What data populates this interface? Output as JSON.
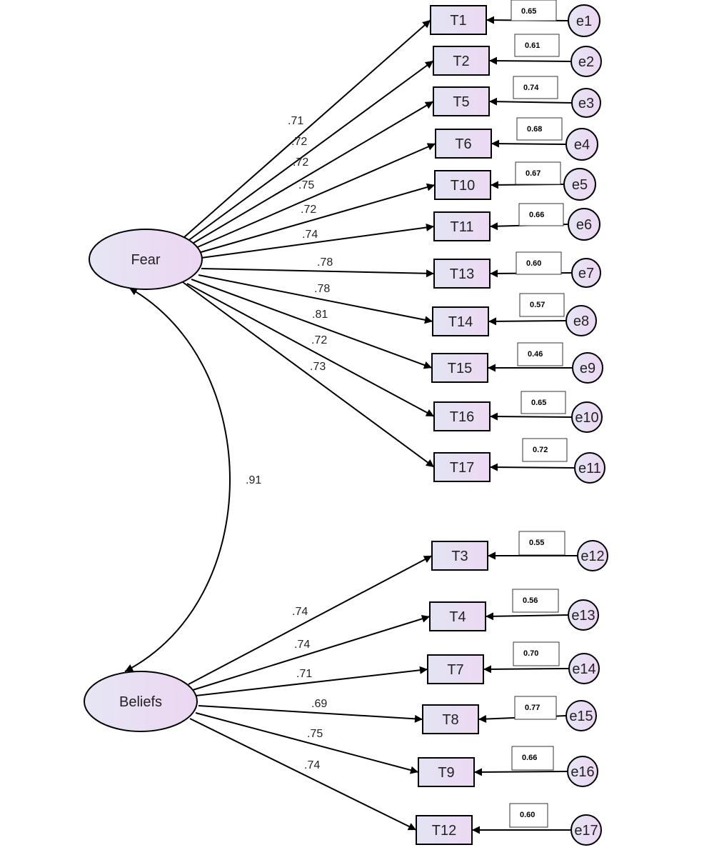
{
  "latents": [
    {
      "id": "fear",
      "label": "Fear"
    },
    {
      "id": "beliefs",
      "label": "Beliefs"
    }
  ],
  "correlation": {
    "value": ".91"
  },
  "indicators": [
    {
      "label": "T1",
      "latent": "fear",
      "loading": ".71",
      "error": "e1",
      "residual": "0.65"
    },
    {
      "label": "T2",
      "latent": "fear",
      "loading": ".72",
      "error": "e2",
      "residual": "0.61"
    },
    {
      "label": "T5",
      "latent": "fear",
      "loading": ".72",
      "error": "e3",
      "residual": "0.74"
    },
    {
      "label": "T6",
      "latent": "fear",
      "loading": ".75",
      "error": "e4",
      "residual": "0.68"
    },
    {
      "label": "T10",
      "latent": "fear",
      "loading": ".72",
      "error": "e5",
      "residual": "0.67"
    },
    {
      "label": "T11",
      "latent": "fear",
      "loading": ".74",
      "error": "e6",
      "residual": "0.66"
    },
    {
      "label": "T13",
      "latent": "fear",
      "loading": ".78",
      "error": "e7",
      "residual": "0.60"
    },
    {
      "label": "T14",
      "latent": "fear",
      "loading": ".78",
      "error": "e8",
      "residual": "0.57"
    },
    {
      "label": "T15",
      "latent": "fear",
      "loading": ".81",
      "error": "e9",
      "residual": "0.46"
    },
    {
      "label": "T16",
      "latent": "fear",
      "loading": ".72",
      "error": "e10",
      "residual": "0.65"
    },
    {
      "label": "T17",
      "latent": "fear",
      "loading": ".73",
      "error": "e11",
      "residual": "0.72"
    },
    {
      "label": "T3",
      "latent": "beliefs",
      "loading": ".74",
      "error": "e12",
      "residual": "0.55"
    },
    {
      "label": "T4",
      "latent": "beliefs",
      "loading": ".74",
      "error": "e13",
      "residual": "0.56"
    },
    {
      "label": "T7",
      "latent": "beliefs",
      "loading": ".71",
      "error": "e14",
      "residual": "0.70"
    },
    {
      "label": "T8",
      "latent": "beliefs",
      "loading": ".69",
      "error": "e15",
      "residual": "0.77"
    },
    {
      "label": "T9",
      "latent": "beliefs",
      "loading": ".75",
      "error": "e16",
      "residual": "0.66"
    },
    {
      "label": "T12",
      "latent": "beliefs",
      "loading": ".74",
      "error": "e17",
      "residual": "0.60"
    }
  ]
}
